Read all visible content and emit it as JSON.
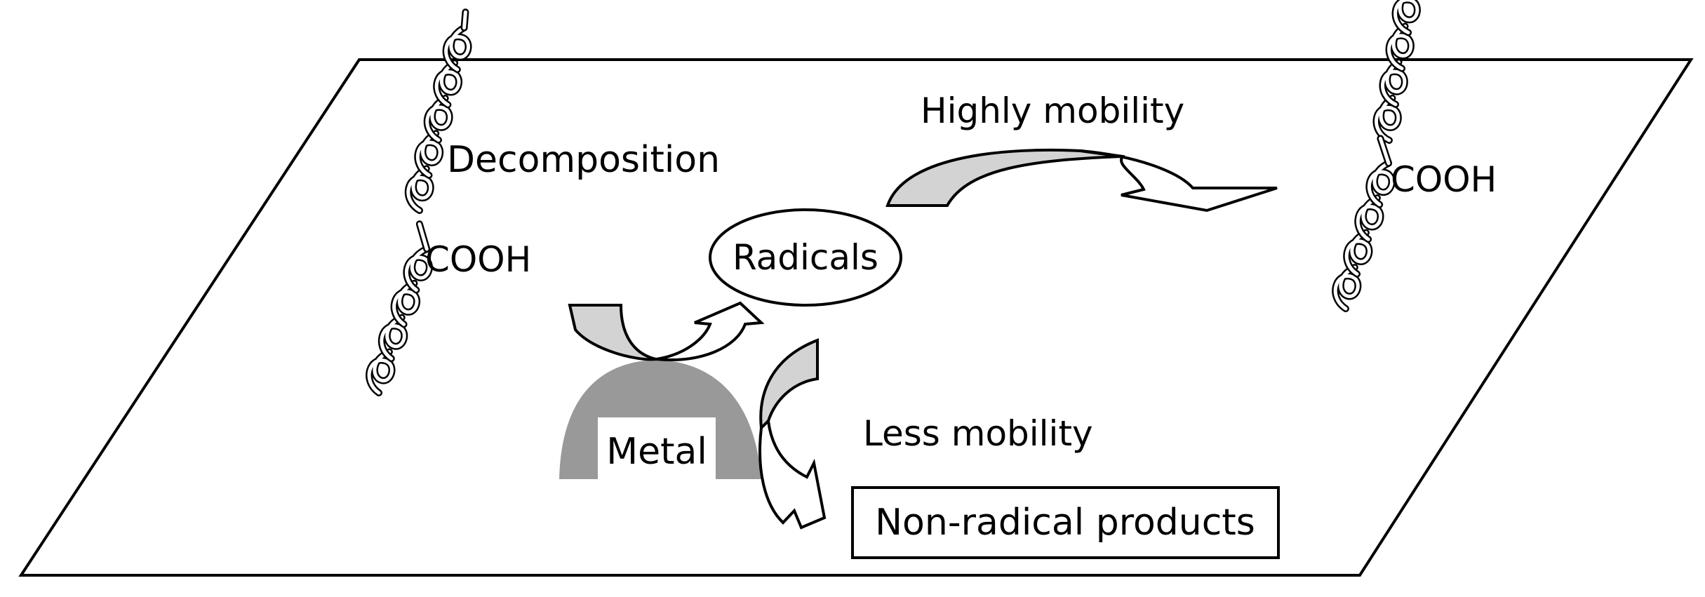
{
  "labels": {
    "decomposition": "Decomposition",
    "cooh_left": "COOH",
    "cooh_right": "COOH",
    "radicals": "Radicals",
    "highly_mobility": "Highly mobility",
    "less_mobility": "Less mobility",
    "metal": "Metal",
    "non_radical_products": "Non-radical products"
  },
  "colors": {
    "arrow_fill": "#d3d3d3",
    "metal_fill": "#999999",
    "outline": "#000000",
    "background": "#ffffff"
  },
  "icons": {
    "molecule": "helical-polymer-chain"
  }
}
